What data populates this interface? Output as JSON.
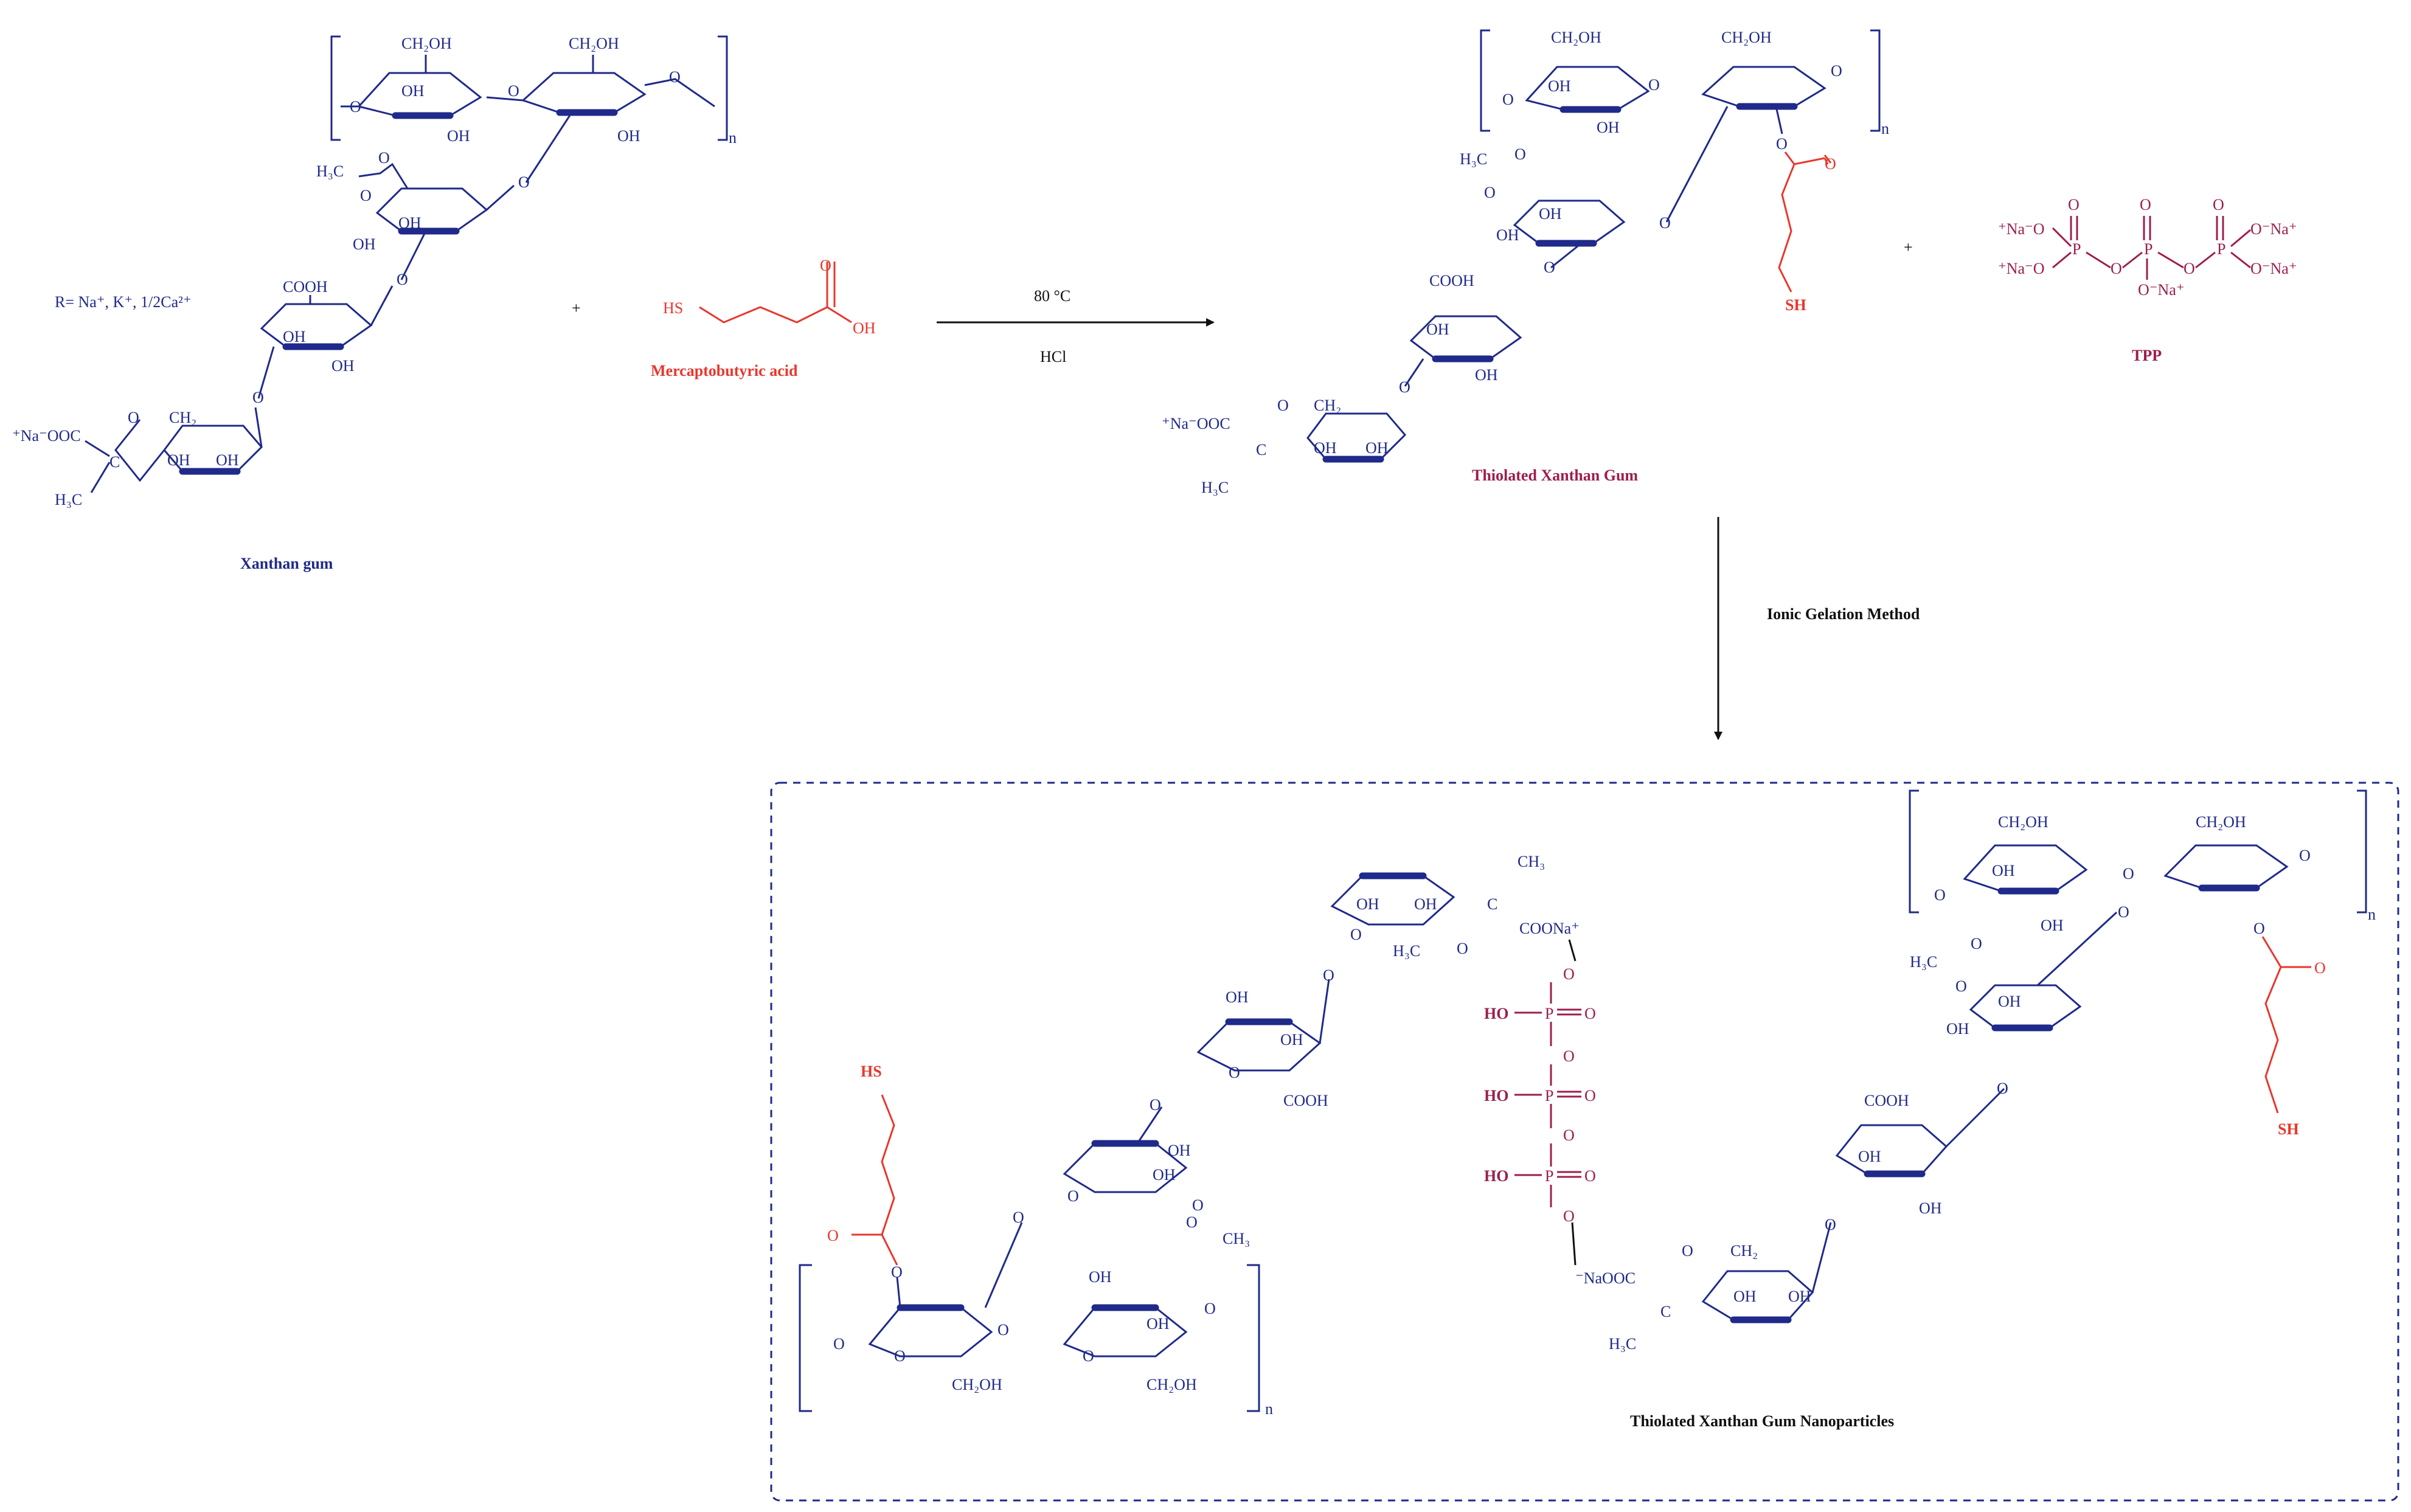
{
  "labels": {
    "xanthan": "Xanthan gum",
    "mba": "Mercaptobutyric acid",
    "thiolated": "Thiolated Xanthan Gum",
    "tpp": "TPP",
    "nano": "Thiolated Xanthan Gum  Nanoparticles",
    "cond_temp": "80 °C",
    "cond_acid": "HCl",
    "ionic": "Ionic Gelation Method",
    "r_def": "R= Na⁺, K⁺, 1/2Ca²⁺",
    "plus": "+"
  },
  "atoms": {
    "ch2oh": "CH₂OH",
    "oh": "OH",
    "o": "O",
    "cooh": "COOH",
    "nacooc": "⁺Na⁻OOC",
    "h3c": "H₃C",
    "ch2": "CH₂",
    "ch3": "CH₃",
    "c": "C",
    "n": "n",
    "sh": "SH",
    "hs": "HS",
    "p": "P",
    "ho": "HO",
    "coona": "COONa⁺",
    "naooc": "⁻NaOOC",
    "na_o": "⁺Na⁻O",
    "o_na": "O⁻Na⁺",
    "acetyl": "H₃C",
    "o_eq": "O"
  },
  "colors": {
    "xanthan": "#1f2a8a",
    "thiol": "#e8372d",
    "tpp": "#9c1e4e",
    "arrow": "#111111"
  }
}
